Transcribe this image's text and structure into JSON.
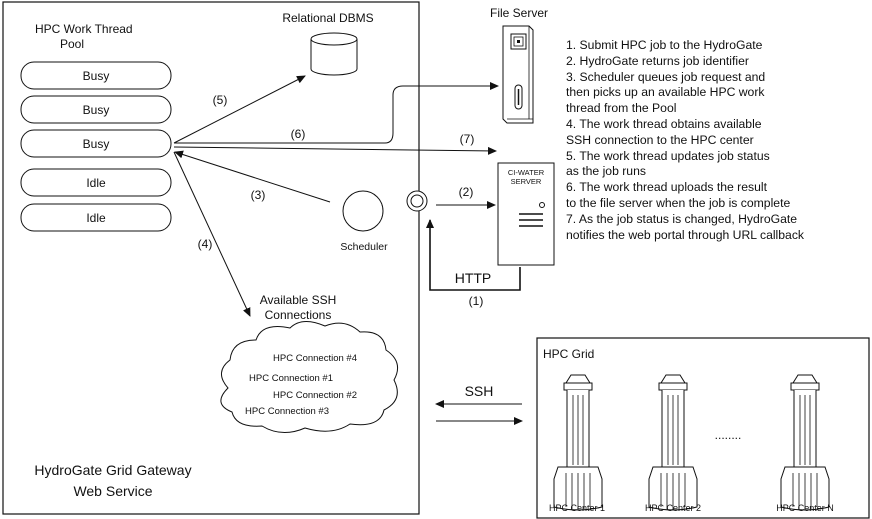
{
  "gateway": {
    "pool_title_line1": "HPC Work Thread",
    "pool_title_line2": "Pool",
    "threads": [
      "Busy",
      "Busy",
      "Busy",
      "Idle",
      "Idle"
    ],
    "title_line1": "HydroGate Grid Gateway",
    "title_line2": "Web Service"
  },
  "dbms": {
    "label": "Relational DBMS"
  },
  "file_server": {
    "label": "File Server"
  },
  "ci_server": {
    "label_line1": "CI-WATER",
    "label_line2": "SERVER"
  },
  "scheduler": {
    "label": "Scheduler"
  },
  "ssh_pool": {
    "label_line1": "Available SSH",
    "label_line2": "Connections",
    "connections": [
      "HPC Connection #4",
      "HPC Connection #1",
      "HPC Connection #2",
      "HPC Connection #3"
    ]
  },
  "arrows": {
    "a1": "(1)",
    "a2": "(2)",
    "a3": "(3)",
    "a4": "(4)",
    "a5": "(5)",
    "a6": "(6)",
    "a7": "(7)",
    "http": "HTTP",
    "ssh": "SSH"
  },
  "grid": {
    "title": "HPC Grid",
    "centers": [
      "HPC Center 1",
      "HPC Center 2",
      "HPC Center N"
    ],
    "ellipsis": "........"
  },
  "steps": [
    "1. Submit HPC job to the HydroGate",
    "2. HydroGate returns job identifier",
    "3. Scheduler queues job request and",
    "then picks up an available HPC work",
    "thread from the Pool",
    "4. The work thread obtains available",
    "SSH connection to the HPC center",
    "5. The work thread updates job status",
    "as the job runs",
    "6. The work thread uploads the result",
    "to the file server when the job is complete",
    "7. As the job status is changed, HydroGate",
    "notifies the web portal through URL callback"
  ]
}
